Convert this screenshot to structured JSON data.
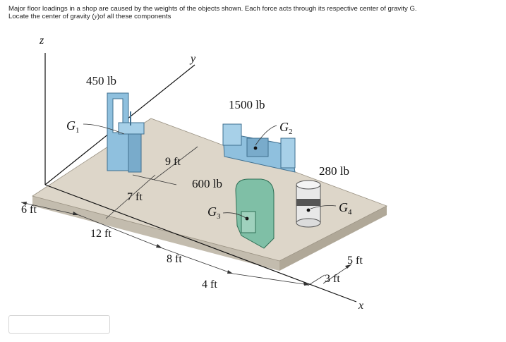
{
  "question": {
    "line1": "Major floor loadings in a shop are caused by the weights of the objects shown.  Each force acts through its respective center of gravity G.",
    "line2_prefix": "Locate the center of gravity (",
    "line2_var": "y",
    "line2_suffix": ")of all these components"
  },
  "figure": {
    "axes": {
      "z": "z",
      "y": "y",
      "x": "x"
    },
    "loads": {
      "g1": {
        "weight": "450 lb",
        "label": "G",
        "sub": "1"
      },
      "g2": {
        "weight": "1500 lb",
        "label": "G",
        "sub": "2"
      },
      "g3": {
        "weight": "600 lb",
        "label": "G",
        "sub": "3"
      },
      "g4": {
        "weight": "280 lb",
        "label": "G",
        "sub": "4"
      }
    },
    "dimensions": {
      "d6": "6 ft",
      "d12": "12 ft",
      "d7": "7 ft",
      "d9": "9 ft",
      "d8": "8 ft",
      "d4": "4 ft",
      "d5": "5 ft",
      "d3": "3 ft"
    },
    "colors": {
      "floor": "#ddd6c9",
      "floor_edge": "#b8b0a2",
      "blue_machine": "#8fc0de",
      "green_machine": "#7fbfa6",
      "drum": "#e8e8e8"
    }
  },
  "answer": {
    "value": ""
  }
}
